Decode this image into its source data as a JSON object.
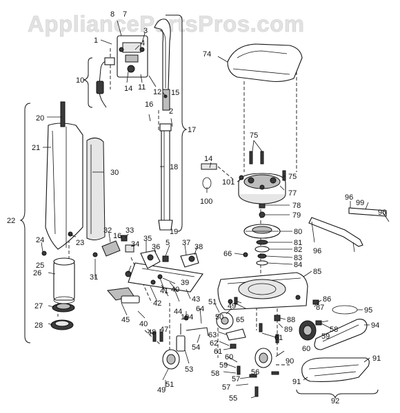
{
  "watermark": "AppliancePartsPros.com",
  "labels": {
    "p1": "1",
    "p2": "2",
    "p3": "3",
    "p4": "4",
    "p5": "5",
    "p7": "7",
    "p8": "8",
    "p10": "10",
    "p11": "11",
    "p12": "12",
    "p14a": "14",
    "p14b": "14",
    "p15": "15",
    "p16a": "16",
    "p16b": "16",
    "p17": "17",
    "p18": "18",
    "p19": "19",
    "p20": "20",
    "p21": "21",
    "p22": "22",
    "p23": "23",
    "p24": "24",
    "p25": "25",
    "p26": "26",
    "p27": "27",
    "p28": "28",
    "p30": "30",
    "p31": "31",
    "p32": "32",
    "p33": "33",
    "p34": "34",
    "p35": "35",
    "p36": "36",
    "p37": "37",
    "p38": "38",
    "p39": "39",
    "p40a": "40",
    "p40b": "40",
    "p41": "41",
    "p42": "42",
    "p43": "43",
    "p44": "44",
    "p45": "45",
    "p47": "47",
    "p48": "48",
    "p49a": "49",
    "p49b": "49",
    "p50": "50",
    "p51a": "51",
    "p51b": "51",
    "p53": "53",
    "p54": "54",
    "p55": "55",
    "p56": "56",
    "p57a": "57",
    "p57b": "57",
    "p58a": "58",
    "p58b": "58",
    "p59a": "59",
    "p59b": "59",
    "p60a": "60",
    "p60b": "60",
    "p61a": "61",
    "p61b": "61",
    "p62": "62",
    "p63": "63",
    "p64": "64",
    "p65": "65",
    "p66": "66",
    "p74": "74",
    "p75a": "75",
    "p75b": "75",
    "p77": "77",
    "p78": "78",
    "p79": "79",
    "p80": "80",
    "p81": "81",
    "p82": "82",
    "p83": "83",
    "p84": "84",
    "p85": "85",
    "p86": "86",
    "p87": "87",
    "p88": "88",
    "p89": "89",
    "p90": "90",
    "p91a": "91",
    "p91b": "91",
    "p92": "92",
    "p94": "94",
    "p95": "95",
    "p96a": "96",
    "p96b": "96",
    "p96c": "96",
    "p99": "99",
    "p100": "100",
    "p101": "101",
    "p104": "104"
  }
}
